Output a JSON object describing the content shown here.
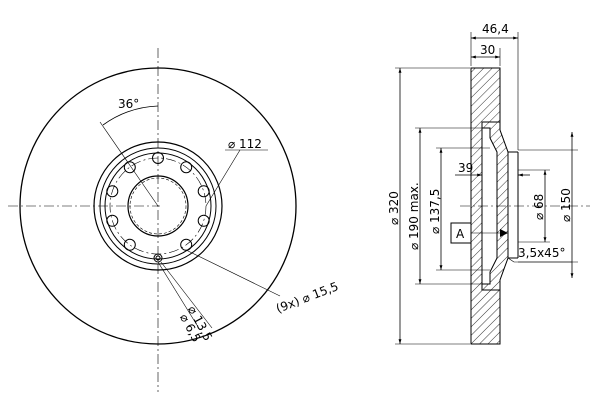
{
  "labels": {
    "angle": "36°",
    "pcd": "⌀ 112",
    "bolt_hole": "⌀ 13,5",
    "small_hole": "⌀ 6,5",
    "holes_count": "(9x) ⌀ 15,5",
    "overall_width": "46,4",
    "disc_thickness": "30",
    "outer_diameter": "⌀ 320",
    "max_pad_diameter": "⌀ 190 max.",
    "hat_diameter": "⌀ 137,5",
    "hat_depth": "39",
    "center_bore": "⌀ 68",
    "hub_diameter": "⌀ 150",
    "datum": "A",
    "chamfer": "3,5x45°"
  }
}
